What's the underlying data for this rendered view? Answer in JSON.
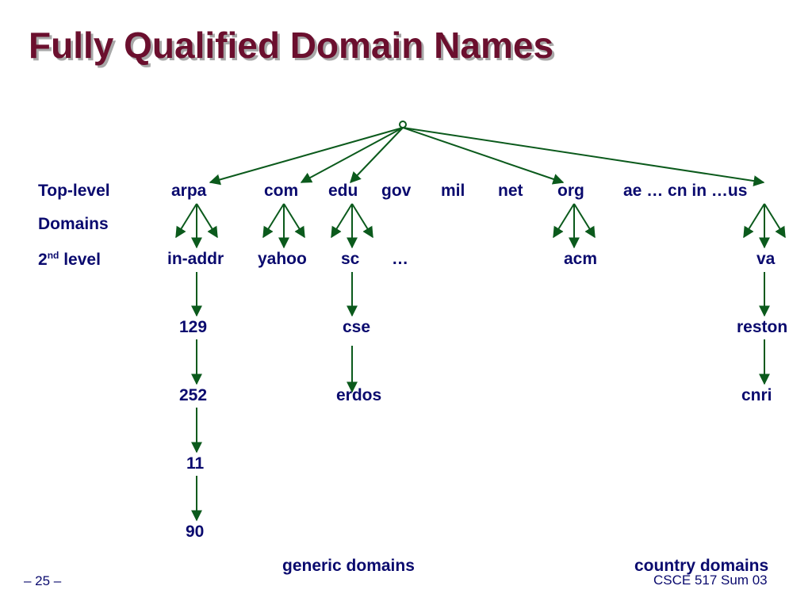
{
  "slide": {
    "title": "Fully Qualified Domain Names",
    "page_number": "– 25 –",
    "course": "CSCE 517 Sum 03"
  },
  "row_labels": {
    "top_level": "Top-level",
    "domains": "Domains",
    "second_level_number": "2",
    "second_level_sup": "nd",
    "second_level_word": " level"
  },
  "top_level_domains": [
    "arpa",
    "com",
    "edu",
    "gov",
    "mil",
    "net",
    "org",
    "ae … cn in …us"
  ],
  "second_level_domains": [
    "in-addr",
    "yahoo",
    "sc",
    "…",
    "acm",
    "va"
  ],
  "third_level": [
    "129",
    "cse",
    "reston"
  ],
  "fourth_level": [
    "252",
    "erdos",
    "cnri"
  ],
  "fifth_level": [
    "11"
  ],
  "sixth_level": [
    "90"
  ],
  "group_labels": {
    "generic": "generic domains",
    "country": "country domains"
  },
  "colors": {
    "title": "#6b0f2e",
    "text": "#0a0a6e",
    "edges": "#0b5a1c"
  }
}
